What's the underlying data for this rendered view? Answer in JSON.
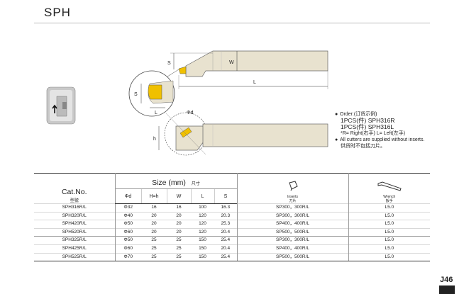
{
  "header": {
    "title": "SPH"
  },
  "drawing": {
    "dim_labels": {
      "s_side": "S",
      "w": "W",
      "l_top": "L",
      "s_detail": "S",
      "l_detail": "L",
      "phi_d": "Φd",
      "h": "h"
    }
  },
  "notes": {
    "order_label": "Order:(订货示例)",
    "example1": "1PCS(件) SPH316R",
    "example2": "1PCS(件) SPH316L",
    "rl_legend": "*R= Right(右手)  L= Left(左手)",
    "inserts_note": "All cutters are supplied without inserts.",
    "inserts_note_cn": "供货时不包括刀片。"
  },
  "table": {
    "catno_label": "Cat.No.",
    "catno_sub": "型號",
    "size_label": "Size (mm)",
    "size_sub": "尺寸",
    "columns": [
      "Φd",
      "H=h",
      "W",
      "L",
      "S"
    ],
    "inserts_label": "Inserts",
    "inserts_sub": "刀片",
    "wrench_label": "Wrench",
    "wrench_sub": "扳手",
    "rows": [
      {
        "cat": "SPH316R/L",
        "d": "Φ32",
        "h": "16",
        "w": "16",
        "l": "100",
        "s": "16.3",
        "insert": "SP300，300R/L",
        "wrench": "L5.0"
      },
      {
        "cat": "SPH320R/L",
        "d": "Φ40",
        "h": "20",
        "w": "20",
        "l": "120",
        "s": "20.3",
        "insert": "SP300，300R/L",
        "wrench": "L5.0"
      },
      {
        "cat": "SPH420R/L",
        "d": "Φ50",
        "h": "20",
        "w": "20",
        "l": "120",
        "s": "25.3",
        "insert": "SP400，400R/L",
        "wrench": "L5.0"
      },
      {
        "cat": "SPH520R/L",
        "d": "Φ60",
        "h": "20",
        "w": "20",
        "l": "120",
        "s": "20.4",
        "insert": "SP500，500R/L",
        "wrench": "L5.0"
      },
      {
        "cat": "SPH325R/L",
        "d": "Φ50",
        "h": "25",
        "w": "25",
        "l": "150",
        "s": "25.4",
        "insert": "SP300，300R/L",
        "wrench": "L5.0"
      },
      {
        "cat": "SPH425R/L",
        "d": "Φ60",
        "h": "25",
        "w": "25",
        "l": "150",
        "s": "20.4",
        "insert": "SP400，400R/L",
        "wrench": "L5.0"
      },
      {
        "cat": "SPH525R/L",
        "d": "Φ70",
        "h": "25",
        "w": "25",
        "l": "150",
        "s": "25.4",
        "insert": "SP500，500R/L",
        "wrench": "L5.0"
      }
    ]
  },
  "footer": {
    "page_number": "J46"
  },
  "colors": {
    "body": "#e8e2cf",
    "insert": "#f0c000",
    "icon_bg": "#c8c8c8"
  }
}
